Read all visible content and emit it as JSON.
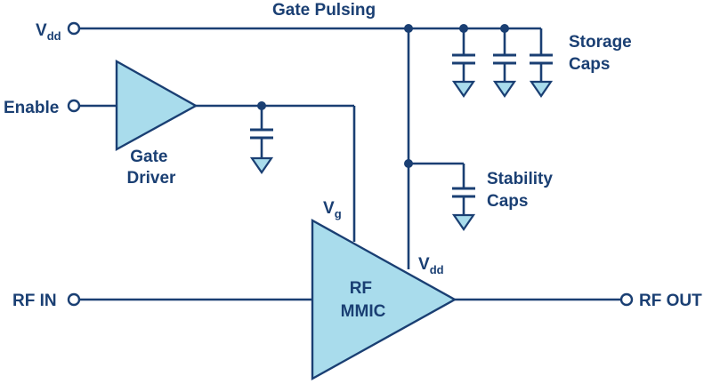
{
  "labels": {
    "vdd_main": "V",
    "vdd_main_sub": "dd",
    "gate_pulsing": "Gate Pulsing",
    "storage_line1": "Storage",
    "storage_line2": "Caps",
    "enable": "Enable",
    "gate_line1": "Gate",
    "gate_line2": "Driver",
    "stability_line1": "Stability",
    "stability_line2": "Caps",
    "vg": "V",
    "vg_sub": "g",
    "vdd_amp": "V",
    "vdd_amp_sub": "dd",
    "rf_line1": "RF",
    "rf_line2": "MMIC",
    "rf_in": "RF IN",
    "rf_out": "RF OUT"
  },
  "colors": {
    "line": "#1a3f73",
    "fill": "#a9dcec"
  }
}
